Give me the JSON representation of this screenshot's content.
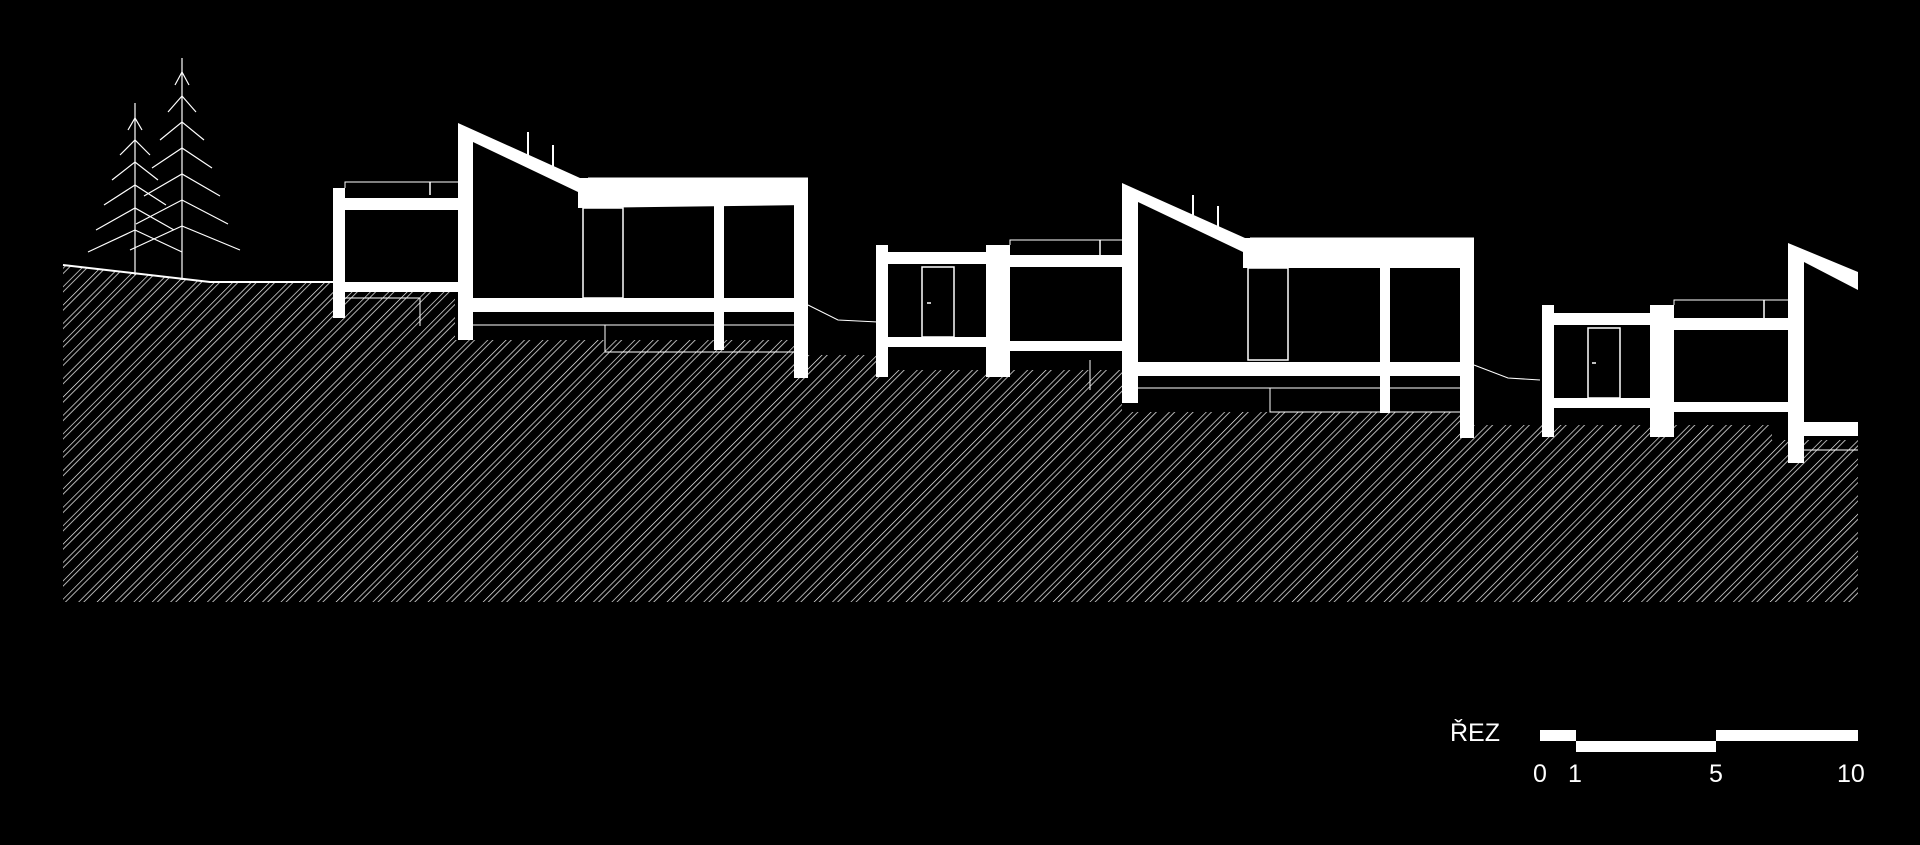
{
  "title": "ŘEZ",
  "scale_bar": {
    "ticks": [
      "0",
      "1",
      "5",
      "10"
    ]
  },
  "colors": {
    "background": "#000000",
    "line": "#ffffff"
  }
}
